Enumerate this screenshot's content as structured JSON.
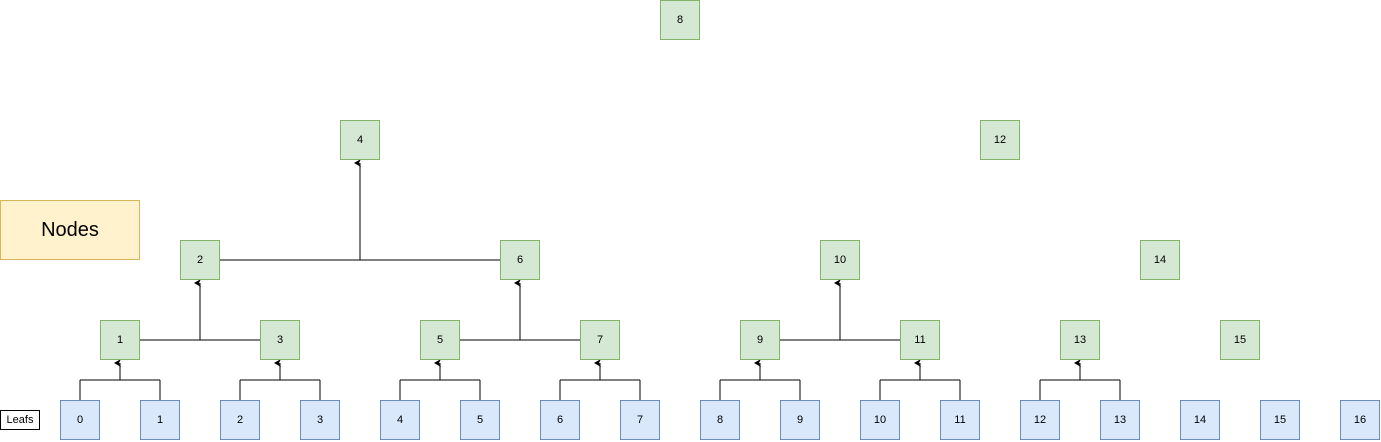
{
  "colors": {
    "node_fill": "#d5e8d4",
    "node_border": "#82b366",
    "leaf_fill": "#dae8fc",
    "leaf_border": "#6c8ebf",
    "legend_fill": "#fff2cc",
    "legend_border": "#d6b656",
    "line": "#000000"
  },
  "legend": {
    "nodes_label": "Nodes",
    "leafs_label": "Leafs"
  },
  "nodes": [
    "1",
    "2",
    "3",
    "4",
    "5",
    "6",
    "7",
    "8",
    "9",
    "10",
    "11",
    "12",
    "13",
    "14",
    "15"
  ],
  "leaves": [
    "0",
    "1",
    "2",
    "3",
    "4",
    "5",
    "6",
    "7",
    "8",
    "9",
    "10",
    "11",
    "12",
    "13",
    "14",
    "15",
    "16"
  ],
  "edges": [
    {
      "children": [
        "leaf 0",
        "leaf 1"
      ],
      "parent": "node 1"
    },
    {
      "children": [
        "leaf 2",
        "leaf 3"
      ],
      "parent": "node 3"
    },
    {
      "children": [
        "leaf 4",
        "leaf 5"
      ],
      "parent": "node 5"
    },
    {
      "children": [
        "leaf 6",
        "leaf 7"
      ],
      "parent": "node 7"
    },
    {
      "children": [
        "leaf 8",
        "leaf 9"
      ],
      "parent": "node 9"
    },
    {
      "children": [
        "leaf 10",
        "leaf 11"
      ],
      "parent": "node 11"
    },
    {
      "children": [
        "leaf 12",
        "leaf 13"
      ],
      "parent": "node 13"
    },
    {
      "children": [
        "node 1",
        "node 3"
      ],
      "parent": "node 2"
    },
    {
      "children": [
        "node 5",
        "node 7"
      ],
      "parent": "node 6"
    },
    {
      "children": [
        "node 9",
        "node 11"
      ],
      "parent": "node 10"
    },
    {
      "children": [
        "node 2",
        "node 6"
      ],
      "parent": "node 4"
    }
  ]
}
